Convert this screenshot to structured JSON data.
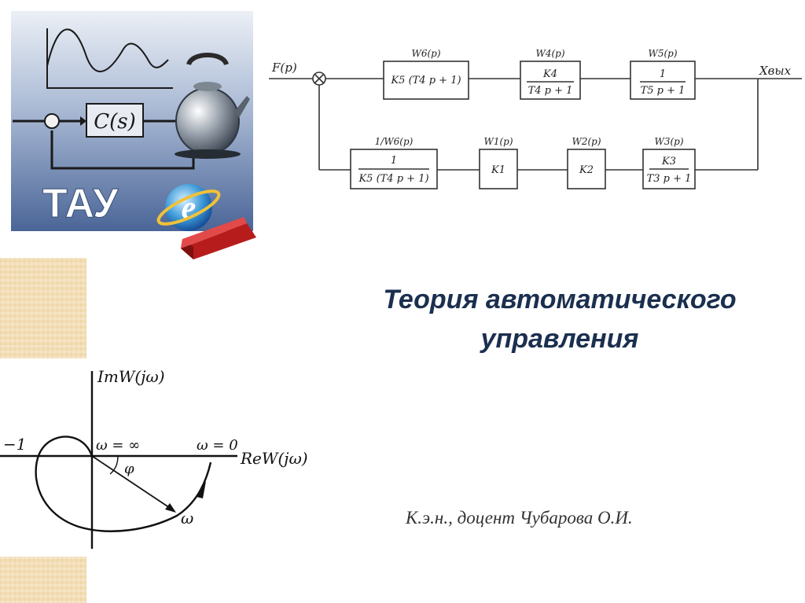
{
  "logo": {
    "text": "ТАУ",
    "transfer_function": "C(s)"
  },
  "title": {
    "line1": "Теория автоматического",
    "line2": "управления"
  },
  "author": "К.э.н., доцент Чубарова О.И.",
  "block_diagram": {
    "input_label": "F(p)",
    "output_label": "Xвых",
    "forward": [
      {
        "name": "W6(p)",
        "num": "K5 (T4 p + 1)",
        "den": ""
      },
      {
        "name": "W4(p)",
        "num": "K4",
        "den": "T4 p + 1"
      },
      {
        "name": "W5(p)",
        "num": "1",
        "den": "T5 p + 1"
      }
    ],
    "feedback": [
      {
        "name": "1/W6(p)",
        "num": "1",
        "den": "K5 (T4 p + 1)"
      },
      {
        "name": "W1(p)",
        "num": "K1",
        "den": ""
      },
      {
        "name": "W2(p)",
        "num": "K2",
        "den": ""
      },
      {
        "name": "W3(p)",
        "num": "K3",
        "den": "T3 p + 1"
      }
    ]
  },
  "nyquist": {
    "y_label": "ImW(jω)",
    "x_label": "ReW(jω)",
    "minus_one": "−1",
    "omega_inf": "ω = ∞",
    "omega_zero": "ω = 0",
    "phi": "φ",
    "omega": "ω"
  }
}
